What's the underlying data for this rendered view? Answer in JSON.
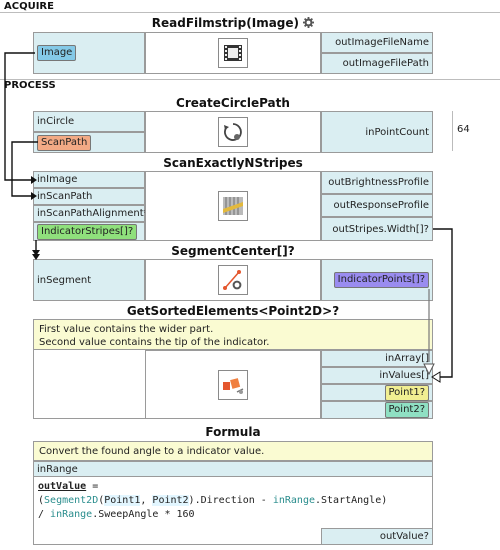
{
  "sections": {
    "acquire": "ACQUIRE",
    "process": "PROCESS"
  },
  "read_filmstrip": {
    "title": "ReadFilmstrip(Image)",
    "input_tag": "Image",
    "outputs": [
      "outImageFileName",
      "outImageFilePath"
    ]
  },
  "create_circle_path": {
    "title": "CreateCirclePath",
    "in_circle": "inCircle",
    "scan_path_tag": "ScanPath",
    "in_point_count": "inPointCount",
    "point_count_value": "64"
  },
  "scan_exactly": {
    "title": "ScanExactlyNStripes",
    "inputs": [
      "inImage",
      "inScanPath",
      "inScanPathAlignment*"
    ],
    "stripes_tag": "IndicatorStripes[]?",
    "outputs": [
      "outBrightnessProfile",
      "outResponseProfile",
      "outStripes.Width[]?"
    ]
  },
  "segment_center": {
    "title": "SegmentCenter[]?",
    "in_segment": "inSegment",
    "points_tag": "IndicatorPoints[]?"
  },
  "get_sorted": {
    "title": "GetSortedElements<Point2D>?",
    "note_line1": "First value contains the wider part.",
    "note_line2": "Second value contains the tip of the indicator.",
    "in_array": "inArray[]",
    "in_values": "inValues[]",
    "point1_tag": "Point1?",
    "point2_tag": "Point2?"
  },
  "formula": {
    "title": "Formula",
    "note": "Convert the found angle to a indicator value.",
    "in_range": "inRange",
    "code": {
      "out_value": "outValue",
      "eq": " =",
      "open": "(",
      "seg": "Segment2D",
      "p_open": "(",
      "point1": "Point1",
      "comma": ", ",
      "point2": "Point2",
      "direction": ").Direction - ",
      "in_range1": "inRange",
      "start_angle": ".StartAngle)",
      "slash": "/ ",
      "in_range2": "inRange",
      "sweep": ".SweepAngle * 160"
    },
    "out_value_label": "outValue?"
  }
}
